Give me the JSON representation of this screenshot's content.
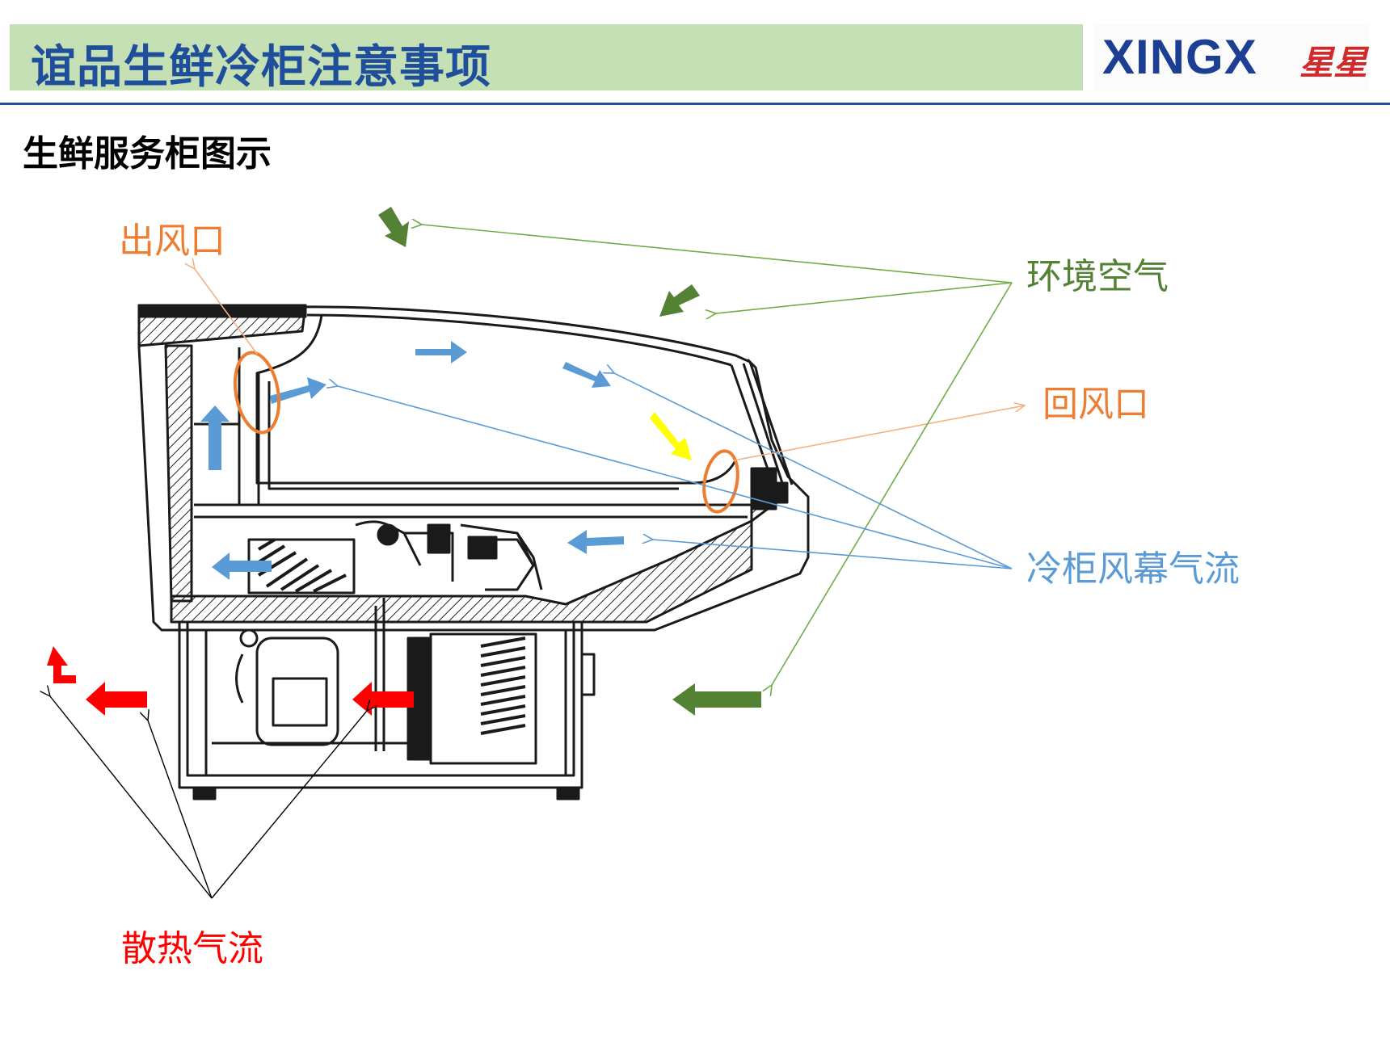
{
  "header": {
    "title": "谊品生鲜冷柜注意事项",
    "logo_text": "XINGX",
    "logo_cn": "星星"
  },
  "subtitle": "生鲜服务柜图示",
  "labels": {
    "outlet": "出风口",
    "ambient_air": "环境空气",
    "return_air": "回风口",
    "air_curtain": "冷柜风幕气流",
    "heat_flow": "散热气流"
  },
  "colors": {
    "title_bg": "#c5e0b4",
    "title_text": "#1f4e9a",
    "orange": "#ed7d31",
    "green": "#548235",
    "blue": "#5b9bd5",
    "red": "#ff0000",
    "yellow": "#ffff00"
  }
}
